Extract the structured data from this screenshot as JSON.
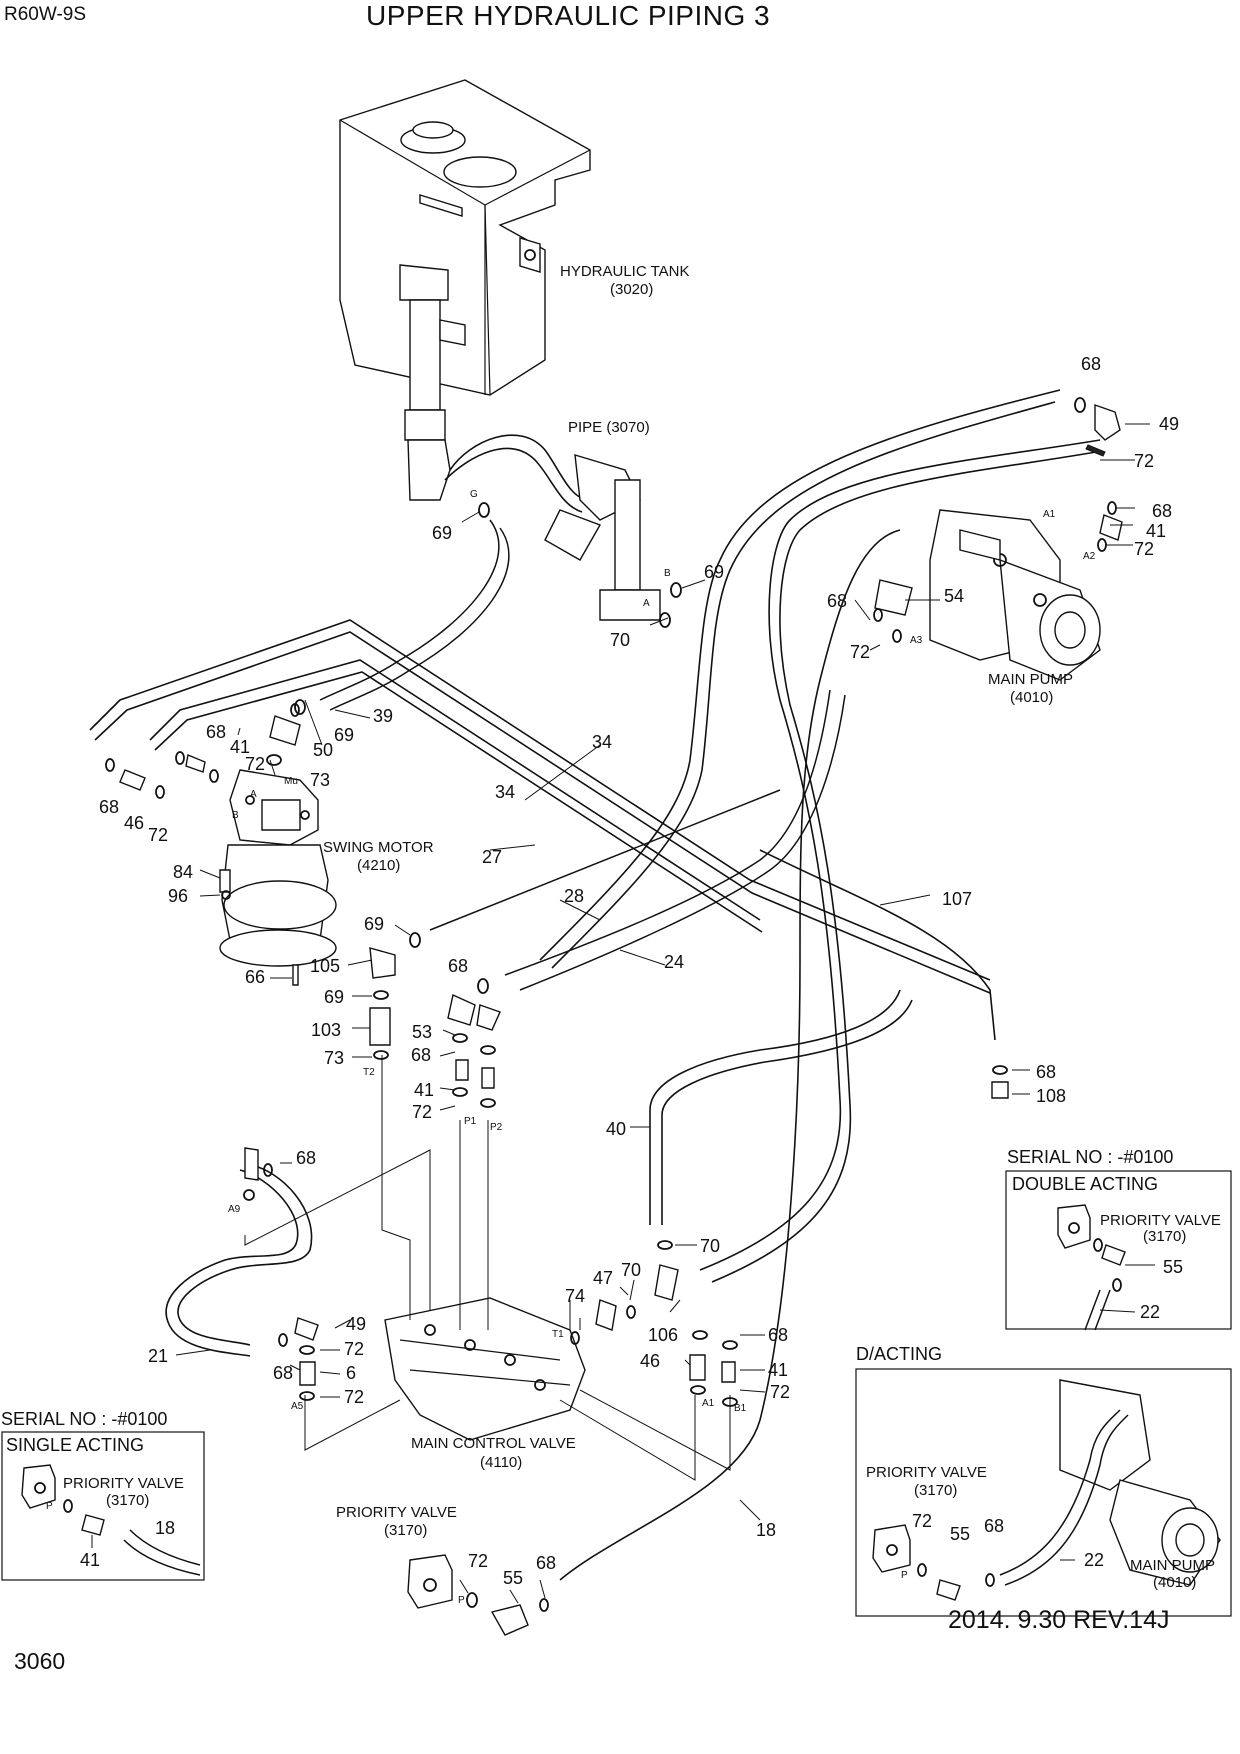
{
  "header": {
    "model": "R60W-9S",
    "title": "UPPER HYDRAULIC PIPING 3"
  },
  "footer": {
    "page_number": "3060",
    "revision": "2014. 9.30  REV.14J"
  },
  "components": {
    "hydraulic_tank": {
      "name": "HYDRAULIC TANK",
      "code": "(3020)"
    },
    "pipe": {
      "name": "PIPE (3070)"
    },
    "main_pump": {
      "name": "MAIN PUMP",
      "code": "(4010)"
    },
    "swing_motor": {
      "name": "SWING MOTOR",
      "code": "(4210)"
    },
    "main_control_valve": {
      "name": "MAIN CONTROL VALVE",
      "code": "(4110)"
    },
    "priority_valve_bottom": {
      "name": "PRIORITY VALVE",
      "code": "(3170)"
    }
  },
  "insets": {
    "double_acting": {
      "serial": "SERIAL NO : -#0100",
      "title": "DOUBLE ACTING",
      "component_name": "PRIORITY VALVE",
      "component_code": "(3170)",
      "callouts": [
        "55",
        "22"
      ]
    },
    "single_acting": {
      "serial": "SERIAL NO : -#0100",
      "title": "SINGLE ACTING",
      "component_name": "PRIORITY VALVE",
      "component_code": "(3170)",
      "callouts": [
        "18",
        "41"
      ]
    },
    "d_acting": {
      "title": "D/ACTING",
      "priority_name": "PRIORITY VALVE",
      "priority_code": "(3170)",
      "pump_name": "MAIN PUMP",
      "pump_code": "(4010)",
      "callouts": [
        "72",
        "55",
        "68",
        "22"
      ]
    }
  },
  "port_labels": [
    "G",
    "B",
    "A",
    "A1",
    "A2",
    "A3",
    "B",
    "A",
    "Mu",
    "T2",
    "P1",
    "P2",
    "A9",
    "A5",
    "T1",
    "A1",
    "B1",
    "P",
    "P",
    "P",
    "A3"
  ],
  "callouts": [
    "68",
    "49",
    "72",
    "68",
    "41",
    "72",
    "54",
    "68",
    "72",
    "69",
    "69",
    "70",
    "39",
    "69",
    "50",
    "68",
    "41",
    "72",
    "73",
    "68",
    "46",
    "72",
    "34",
    "34",
    "27",
    "28",
    "24",
    "107",
    "84",
    "96",
    "69",
    "105",
    "68",
    "66",
    "69",
    "103",
    "53",
    "68",
    "73",
    "41",
    "72",
    "40",
    "68",
    "108",
    "70",
    "68",
    "74",
    "47",
    "70",
    "21",
    "49",
    "72",
    "68",
    "6",
    "72",
    "106",
    "68",
    "46",
    "41",
    "72",
    "72",
    "55",
    "68",
    "18"
  ]
}
